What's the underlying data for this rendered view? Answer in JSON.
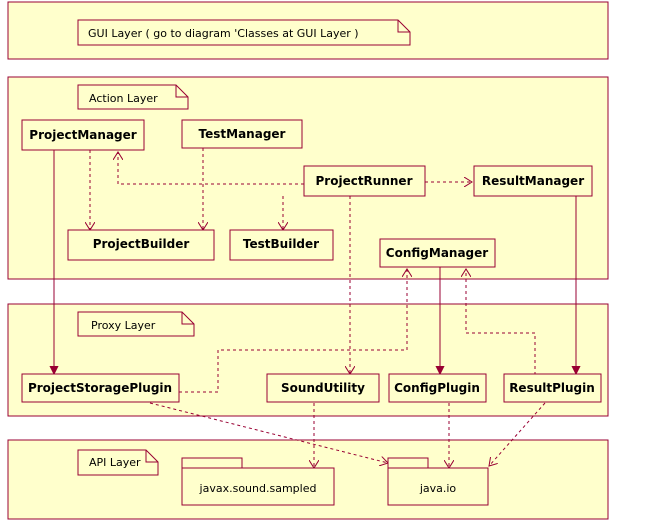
{
  "layers": {
    "gui": {
      "note": "GUI Layer ( go to diagram 'Classes at GUI Layer )"
    },
    "action": {
      "note": "Action Layer"
    },
    "proxy": {
      "note": "Proxy Layer"
    },
    "api": {
      "note": "API Layer"
    }
  },
  "classes": {
    "project_manager": "ProjectManager",
    "test_manager": "TestManager",
    "project_runner": "ProjectRunner",
    "result_manager": "ResultManager",
    "project_builder": "ProjectBuilder",
    "test_builder": "TestBuilder",
    "config_manager": "ConfigManager",
    "project_storage_plugin": "ProjectStoragePlugin",
    "sound_utility": "SoundUtility",
    "config_plugin": "ConfigPlugin",
    "result_plugin": "ResultPlugin"
  },
  "packages": {
    "javax_sound_sampled": "javax.sound.sampled",
    "java_io": "java.io"
  }
}
